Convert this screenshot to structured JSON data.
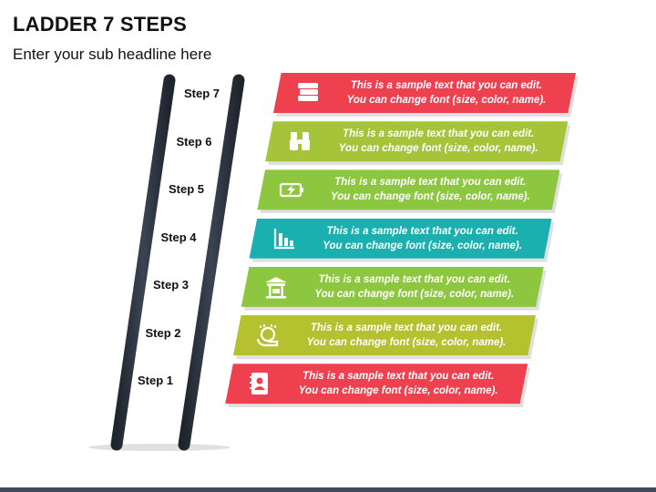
{
  "header": {
    "title": "LADDER 7 STEPS",
    "subtitle": "Enter your sub headline here"
  },
  "colors": {
    "rail": "#2c3440",
    "rung": "#3d4756",
    "red": "#ef4050",
    "lime": "#a6c43a",
    "green": "#8dc63f",
    "teal": "#1ab0b0",
    "olive": "#b5c12f"
  },
  "steps": [
    {
      "label": "Step 7",
      "line1": "This is a sample text that you can edit.",
      "line2": "You can change font (size, color, name).",
      "color": "#ef4050",
      "icon": "books-icon"
    },
    {
      "label": "Step 6",
      "line1": "This is a sample text that you can edit.",
      "line2": "You can change font (size, color, name).",
      "color": "#a6c43a",
      "icon": "binoculars-icon"
    },
    {
      "label": "Step 5",
      "line1": "This is a sample text that you can edit.",
      "line2": "You can change font (size, color, name).",
      "color": "#8dc63f",
      "icon": "battery-charging-icon"
    },
    {
      "label": "Step 4",
      "line1": "This is a sample text that you can edit.",
      "line2": "You can change font (size, color, name).",
      "color": "#1ab0b0",
      "icon": "bar-chart-icon"
    },
    {
      "label": "Step 3",
      "line1": "This is a sample text that you can edit.",
      "line2": "You can change font (size, color, name).",
      "color": "#8dc63f",
      "icon": "pavilion-icon"
    },
    {
      "label": "Step 2",
      "line1": "This is a sample text that you can edit.",
      "line2": "You can change font (size, color, name).",
      "color": "#b5c12f",
      "icon": "hand-coin-icon"
    },
    {
      "label": "Step 1",
      "line1": "This is a sample text that you can edit.",
      "line2": "You can change font (size, color, name).",
      "color": "#ef4050",
      "icon": "contact-book-icon"
    }
  ]
}
